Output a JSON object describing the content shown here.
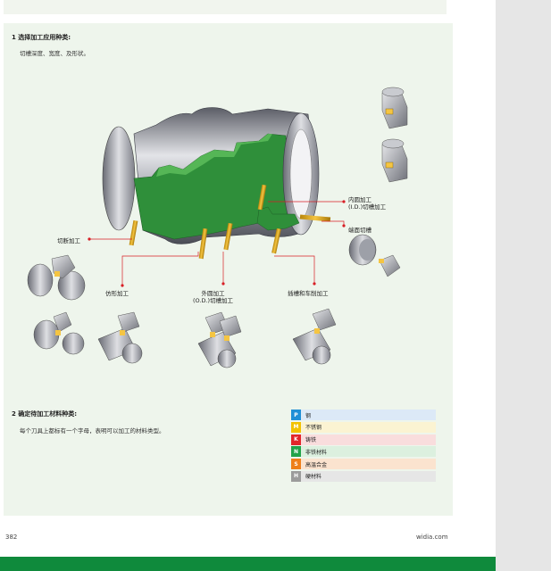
{
  "section1": {
    "title": "1 选择加工应用种类:",
    "subtitle": "切槽深度、宽度、及形状。"
  },
  "callouts": {
    "id_grooving": [
      "内圆加工",
      "(I.D.)切槽加工"
    ],
    "face_grooving": "端面切槽",
    "cutoff": "切断加工",
    "profiling": "仿形加工",
    "od_grooving": [
      "外圆加工",
      "(O.D.)切槽加工"
    ],
    "plunge_turning": "插槽和车削加工"
  },
  "section2": {
    "title": "2 确定待加工材料种类:",
    "subtitle": "每个刀具上都标有一个字母，表明可以加工的材料类型。"
  },
  "materials": [
    {
      "code": "P",
      "name": "钢",
      "code_color": "#1f8fd6",
      "row_color": "#dce9f7"
    },
    {
      "code": "M",
      "name": "不锈钢",
      "code_color": "#f2c200",
      "row_color": "#fbf3d2"
    },
    {
      "code": "K",
      "name": "铸铁",
      "code_color": "#e2262b",
      "row_color": "#f9dddd"
    },
    {
      "code": "N",
      "name": "非铁材料",
      "code_color": "#22a34a",
      "row_color": "#dcf0df"
    },
    {
      "code": "S",
      "name": "高温合金",
      "code_color": "#ee7f1a",
      "row_color": "#fbe3cf"
    },
    {
      "code": "H",
      "name": "硬材料",
      "code_color": "#9b9b9b",
      "row_color": "#e6e6e6"
    }
  ],
  "footer": {
    "page_number": "382",
    "website": "widia.com"
  }
}
